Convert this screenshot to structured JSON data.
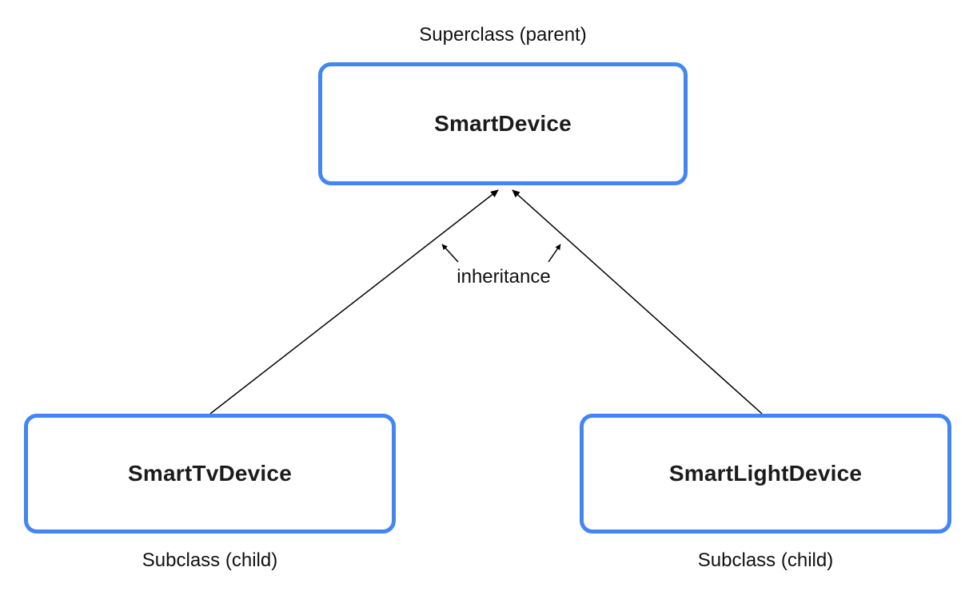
{
  "diagram": {
    "superclass": {
      "label": "SmartDevice",
      "caption": "Superclass (parent)"
    },
    "subclasses": [
      {
        "label": "SmartTvDevice",
        "caption": "Subclass (child)"
      },
      {
        "label": "SmartLightDevice",
        "caption": "Subclass (child)"
      }
    ],
    "relationship_label": "inheritance",
    "colors": {
      "box_border": "#4285F4",
      "box_fill": "#FFFFFF",
      "arrow": "#000000",
      "text": "#111111"
    }
  }
}
